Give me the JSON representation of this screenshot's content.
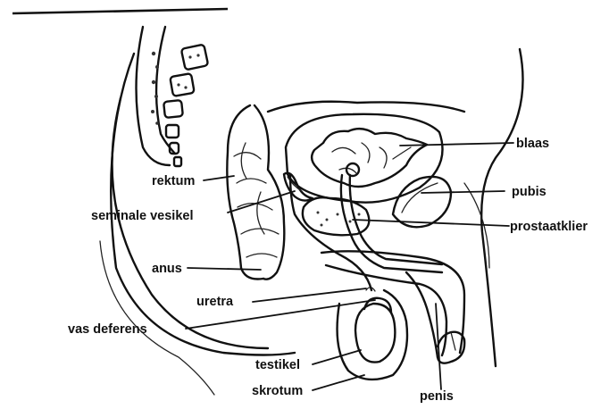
{
  "labels": {
    "blaas": "blaas",
    "rektum": "rektum",
    "pubis": "pubis",
    "seminale_vesikel": "seminale vesikel",
    "prostaatklier": "prostaatklier",
    "anus": "anus",
    "uretra": "uretra",
    "vas_deferens": "vas deferens",
    "testikel": "testikel",
    "skrotum": "skrotum",
    "penis": "penis"
  }
}
